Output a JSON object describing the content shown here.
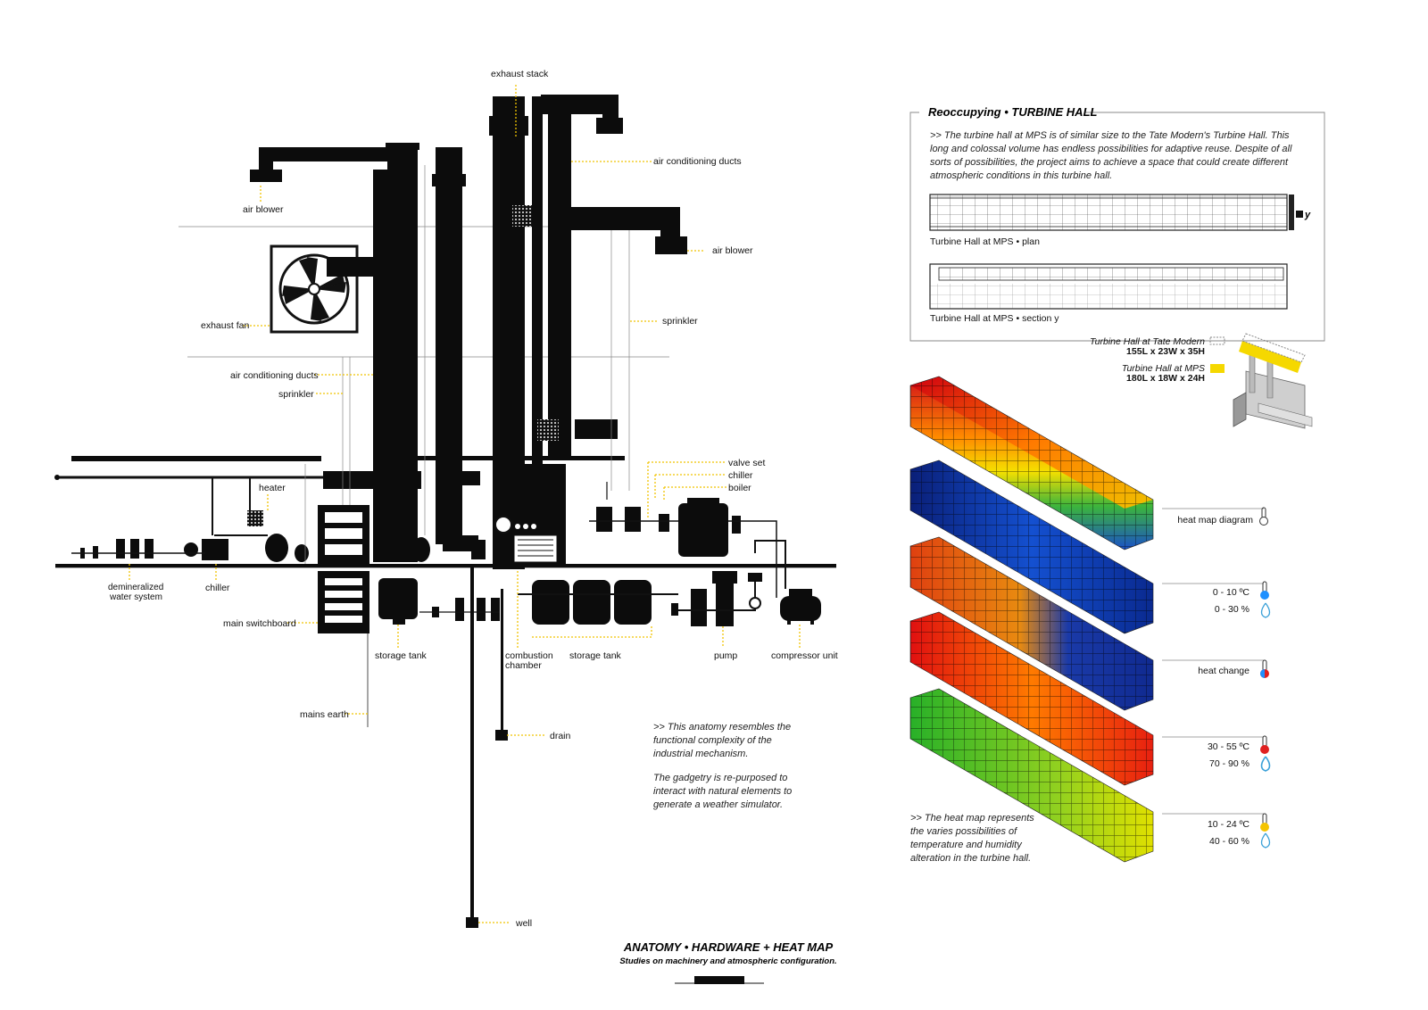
{
  "machinery_labels": {
    "exhaust_stack": "exhaust stack",
    "ac_ducts_top": "air conditioning ducts",
    "air_blower_left": "air blower",
    "air_blower_right": "air blower",
    "exhaust_fan": "exhaust fan",
    "sprinkler_right": "sprinkler",
    "ac_ducts_mid": "air conditioning ducts",
    "sprinkler_left": "sprinkler",
    "heater": "heater",
    "valve_set": "valve set",
    "chiller_right": "chiller",
    "boiler": "boiler",
    "demineralized_1": "demineralized",
    "demineralized_2": "water system",
    "chiller_left": "chiller",
    "main_switchboard": "main switchboard",
    "storage_tank_left": "storage tank",
    "combustion_1": "combustion",
    "combustion_2": "chamber",
    "storage_tank_right": "storage tank",
    "pump": "pump",
    "compressor_unit": "compressor unit",
    "mains_earth": "mains earth",
    "drain": "drain",
    "well": "well"
  },
  "anatomy_note": {
    "line1": ">> This anatomy resembles the functional complexity of the industrial mechanism.",
    "line2": "The gadgetry is re-purposed to interact with natural elements to generate a weather simulator."
  },
  "footer": {
    "title": "ANATOMY • HARDWARE + HEAT MAP",
    "subtitle": "Studies on machinery and atmospheric configuration."
  },
  "turbine_panel": {
    "heading": "Reoccupying • TURBINE HALL",
    "intro": ">> The turbine hall at MPS is of similar size to the Tate Modern's Turbine Hall. This long and colossal volume has endless possibilities for adaptive reuse. Despite of all sorts of possibilities, the project aims to achieve a space that could create different atmospheric conditions in this turbine hall.",
    "plan_caption": "Turbine Hall at MPS • plan",
    "section_caption": "Turbine Hall at MPS • section y",
    "section_marker": "y",
    "tate_name": "Turbine Hall at Tate Modern",
    "tate_dims": "155L x 23W x 35H",
    "mps_name": "Turbine Hall at MPS",
    "mps_dims": "180L x 18W x 24H",
    "mps_color": "#f5d800"
  },
  "heat_map": {
    "legend": [
      {
        "label": "heat map diagram"
      },
      {
        "label": "0 - 10 ºC",
        "label2": "0 - 30 %"
      },
      {
        "label": "heat change"
      },
      {
        "label": "30 - 55 ºC",
        "label2": "70 - 90 %"
      },
      {
        "label": "10 - 24 ºC",
        "label2": "40 - 60 %"
      }
    ],
    "note": ">> The heat map represents the varies possibilities of temperature and humidity alteration in the turbine hall.",
    "colors": {
      "cold": "#1e90ff",
      "hot": "#e02020",
      "mild": "#f5c400",
      "humid": "#3aa0d8"
    }
  }
}
